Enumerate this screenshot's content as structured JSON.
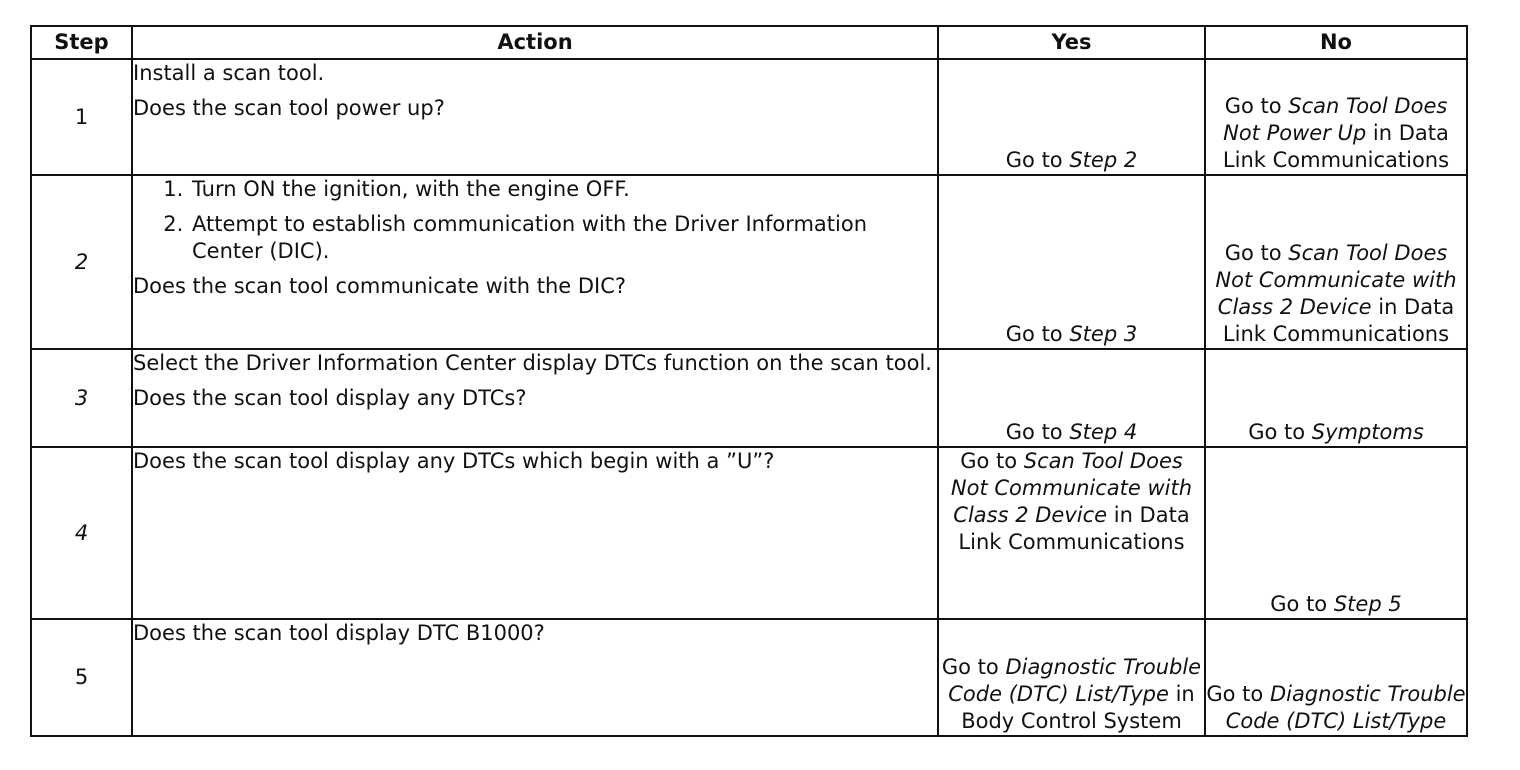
{
  "headers": {
    "step": "Step",
    "action": "Action",
    "yes": "Yes",
    "no": "No"
  },
  "rows": [
    {
      "step": "1",
      "action_lines": [
        "Install a scan tool.",
        "Does the scan tool power up?"
      ],
      "yes": {
        "prefix": "Go to ",
        "link": "Step 2",
        "suffix": ""
      },
      "no": {
        "prefix": "Go to ",
        "link": "Scan Tool Does Not Power Up",
        "suffix": " in Data Link Communications"
      }
    },
    {
      "step": "2",
      "action_items": [
        "Turn ON the ignition, with the engine OFF.",
        "Attempt to establish communication with the Driver Information Center (DIC)."
      ],
      "action_question": "Does the scan tool communicate with the DIC?",
      "yes": {
        "prefix": "Go to ",
        "link": "Step 3",
        "suffix": ""
      },
      "no": {
        "prefix": "Go to ",
        "link": "Scan Tool Does Not Communicate with Class 2 Device",
        "suffix": " in Data Link Communications"
      }
    },
    {
      "step": "3",
      "action_lines": [
        "Select the Driver Information Center display DTCs function on the scan tool.",
        "Does the scan tool display any DTCs?"
      ],
      "yes": {
        "prefix": "Go to ",
        "link": "Step 4",
        "suffix": ""
      },
      "no": {
        "prefix": "Go to ",
        "link": "Symptoms",
        "suffix": ""
      }
    },
    {
      "step": "4",
      "action_lines": [
        "Does the scan tool display any DTCs which begin with a ”U”?"
      ],
      "yes": {
        "prefix": "Go to ",
        "link": "Scan Tool Does Not Communicate with Class 2 Device",
        "suffix": " in Data Link Communications"
      },
      "no": {
        "prefix": "Go to ",
        "link": "Step 5",
        "suffix": ""
      }
    },
    {
      "step": "5",
      "action_lines": [
        "Does the scan tool display DTC B1000?"
      ],
      "yes": {
        "prefix": "Go to ",
        "link": "Diagnostic Trouble Code (DTC) List/Type",
        "suffix": " in Body Control System"
      },
      "no": {
        "prefix": "Go to ",
        "link": "Diagnostic Trouble Code (DTC) List/Type",
        "suffix": ""
      }
    }
  ]
}
